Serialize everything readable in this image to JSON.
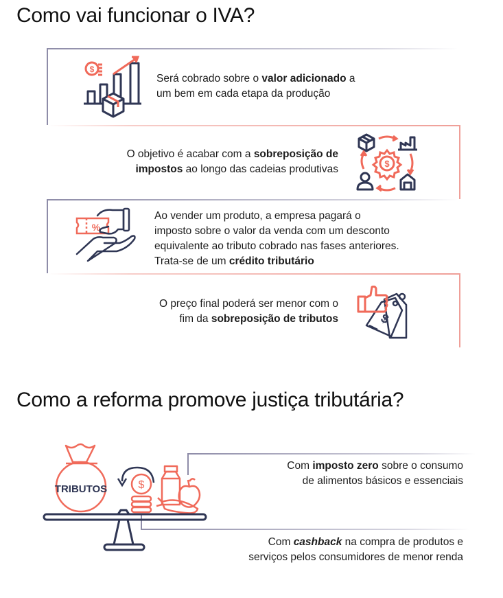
{
  "section1": {
    "title": "Como vai funcionar o IVA?",
    "items": [
      {
        "icon": "growth-chart-box-icon",
        "text_before": "Será cobrado sobre o ",
        "text_bold": "valor adicionado",
        "text_after": " a um bem em cada etapa da produção",
        "line1_a": "Será cobrado sobre o ",
        "line1_b": "valor adicionado",
        "line1_c": " a",
        "line2": "um bem em cada etapa da produção"
      },
      {
        "icon": "supply-chain-cycle-icon",
        "line1_a": "O objetivo é acabar com a ",
        "line1_b": "sobreposição de",
        "line2_a": "impostos",
        "line2_b": " ao longo das cadeias produtivas"
      },
      {
        "icon": "hand-discount-ticket-icon",
        "line1": "Ao vender um produto, a empresa pagará o",
        "line2": "imposto sobre o valor da venda com um desconto",
        "line3": "equivalente ao tributo cobrado nas fases anteriores.",
        "line4_a": "Trata-se de um ",
        "line4_b": "crédito tributário"
      },
      {
        "icon": "thumbs-up-price-tag-icon",
        "line1": "O preço final poderá ser menor com o",
        "line2_a": "fim da ",
        "line2_b": "sobreposição de tributos"
      }
    ]
  },
  "section2": {
    "title": "Como a reforma promove justiça tributária?",
    "illustration": {
      "bag_label": "TRIBUTOS",
      "icons": [
        "money-bag-icon",
        "cashback-coins-icon",
        "groceries-icon",
        "balance-scale-icon"
      ]
    },
    "items": [
      {
        "line1_a": "Com ",
        "line1_b": "imposto zero",
        "line1_c": " sobre o consumo",
        "line2": "de alimentos básicos e essenciais"
      },
      {
        "line1_a": "Com ",
        "line1_b": "cashback",
        "line1_c": " na compra de produtos e",
        "line2": "serviços pelos consumidores de menor renda"
      }
    ]
  },
  "colors": {
    "navy": "#2f3654",
    "coral": "#f06a5a",
    "border_left": "#8e8ca8",
    "border_right": "#ef9f98"
  }
}
